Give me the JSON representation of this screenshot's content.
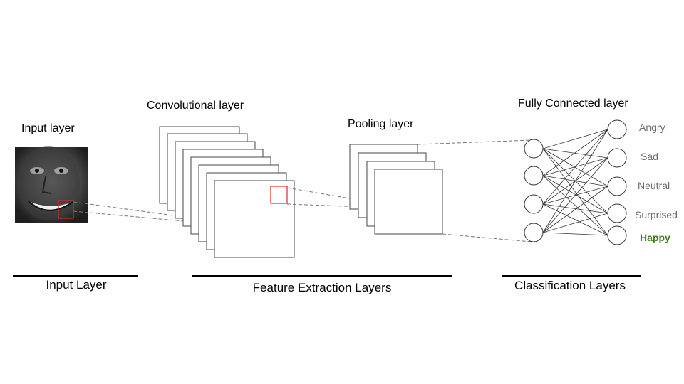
{
  "layers": {
    "input": "Input layer",
    "conv": "Convolutional layer",
    "pool": "Pooling layer",
    "fc": "Fully Connected layer"
  },
  "sections": {
    "input": "Input Layer",
    "feature": "Feature Extraction Layers",
    "classification": "Classification Layers"
  },
  "classes": [
    "Angry",
    "Sad",
    "Neutral",
    "Surprised",
    "Happy"
  ],
  "predicted_class": "Happy",
  "colors": {
    "highlight_box": "#d0312d",
    "predicted": "#3d7a1e",
    "class_text": "#6b6b6b"
  },
  "network": {
    "hidden_nodes": 4,
    "output_nodes": 5,
    "conv_maps": 8,
    "pool_maps": 4
  }
}
